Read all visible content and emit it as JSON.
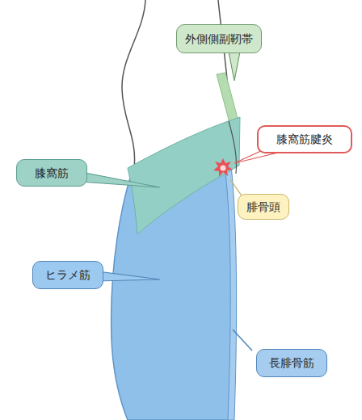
{
  "diagram": {
    "nodes": [
      {
        "text": [
          "外側側副靭帯"
        ]
      },
      {
        "text": [
          "膝窩筋腱炎"
        ]
      },
      {
        "text": [
          "膝窩筋"
        ]
      },
      {
        "text": [
          "腓骨頭"
        ]
      },
      {
        "text": [
          "ヒラメ筋"
        ]
      },
      {
        "text": [
          "長腓骨筋"
        ]
      }
    ]
  }
}
